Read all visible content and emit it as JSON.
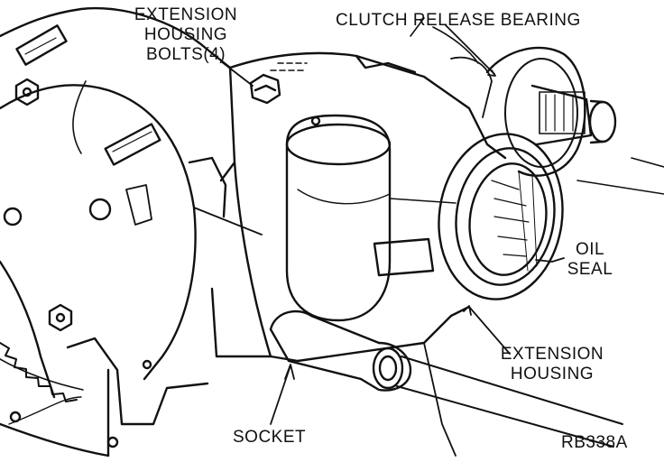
{
  "figure": {
    "labels": {
      "extension_housing_bolts": [
        "EXTENSION",
        "HOUSING",
        "BOLTS(4)"
      ],
      "clutch_release_bearing": "CLUTCH RELEASE BEARING",
      "oil_seal": [
        "OIL",
        "SEAL"
      ],
      "extension_housing": [
        "EXTENSION",
        "HOUSING"
      ],
      "socket": "SOCKET",
      "figure_id": "RB338A"
    },
    "colors": {
      "ink": "#111111",
      "paper": "#ffffff"
    }
  }
}
